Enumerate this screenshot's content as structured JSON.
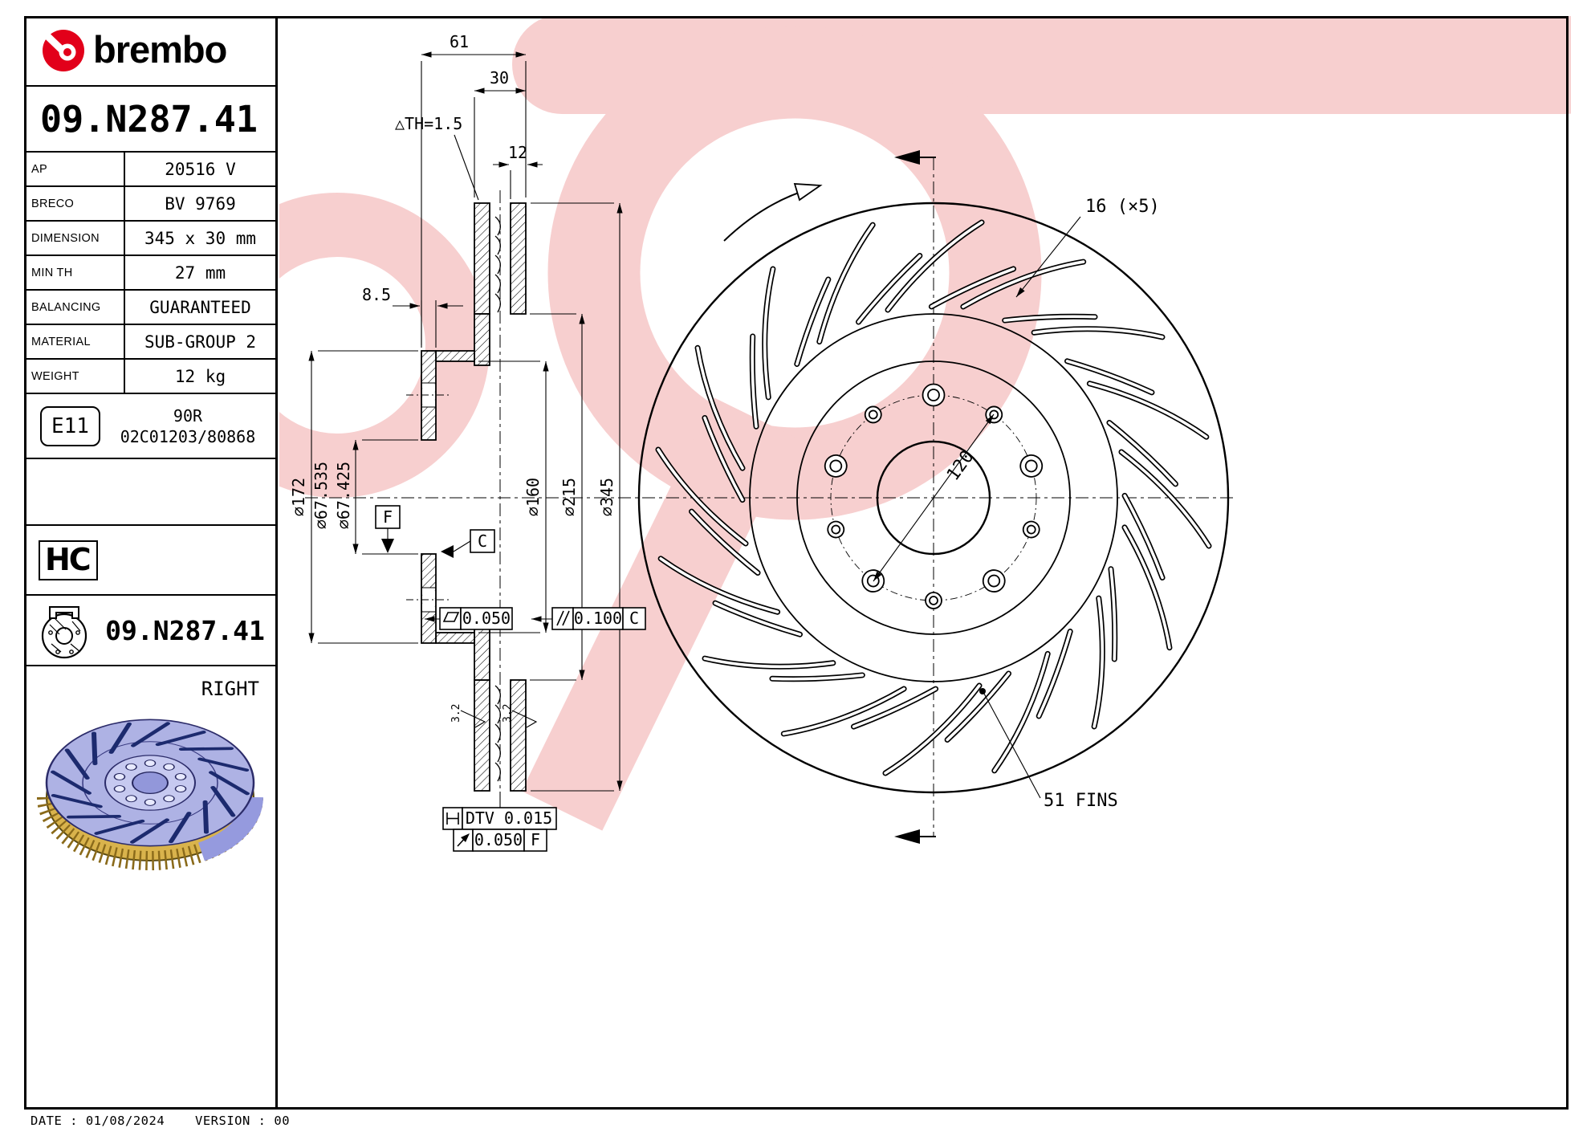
{
  "meta": {
    "accent": "#e2001a",
    "watermark": "#f7cfcf"
  },
  "sidebar": {
    "brand": "brembo",
    "part_number": "09.N287.41",
    "specs": [
      {
        "label": "AP",
        "value": "20516 V"
      },
      {
        "label": "BRECO",
        "value": "BV 9769"
      },
      {
        "label": "DIMENSION",
        "value": "345 x 30 mm"
      },
      {
        "label": "MIN TH",
        "value": "27 mm"
      },
      {
        "label": "BALANCING",
        "value": "GUARANTEED"
      },
      {
        "label": "MATERIAL",
        "value": "SUB-GROUP 2"
      },
      {
        "label": "WEIGHT",
        "value": "12 kg"
      }
    ],
    "e11_badge": "E11",
    "e11_line1": "90R",
    "e11_line2": "02C01203/80868",
    "hc": "HC",
    "part_number_repeat": "09.N287.41",
    "orientation": "RIGHT"
  },
  "section": {
    "dim_61": "61",
    "dim_30": "30",
    "dim_th": "△TH=1.5",
    "dim_12": "12",
    "dim_8_5": "8.5",
    "dia_172": "⌀172",
    "dia_67_535": "⌀67.535",
    "dia_67_425": "⌀67.425",
    "dia_160": "⌀160",
    "dia_215": "⌀215",
    "dia_345": "⌀345",
    "datum_f": "F",
    "datum_c": "C",
    "parallelism_value": "0.100",
    "parallelism_datum": "C",
    "flatness_value": "0.050",
    "dtv_value": "DTV 0.015",
    "runout_value": "0.050",
    "runout_datum": "F",
    "roughness": "3.2"
  },
  "front": {
    "slots": "16 (×5)",
    "bolt_circle": "120",
    "fins": "51 FINS"
  },
  "footer": {
    "date_label": "DATE :",
    "date": "01/08/2024",
    "version_label": "VERSION :",
    "version": "00"
  }
}
